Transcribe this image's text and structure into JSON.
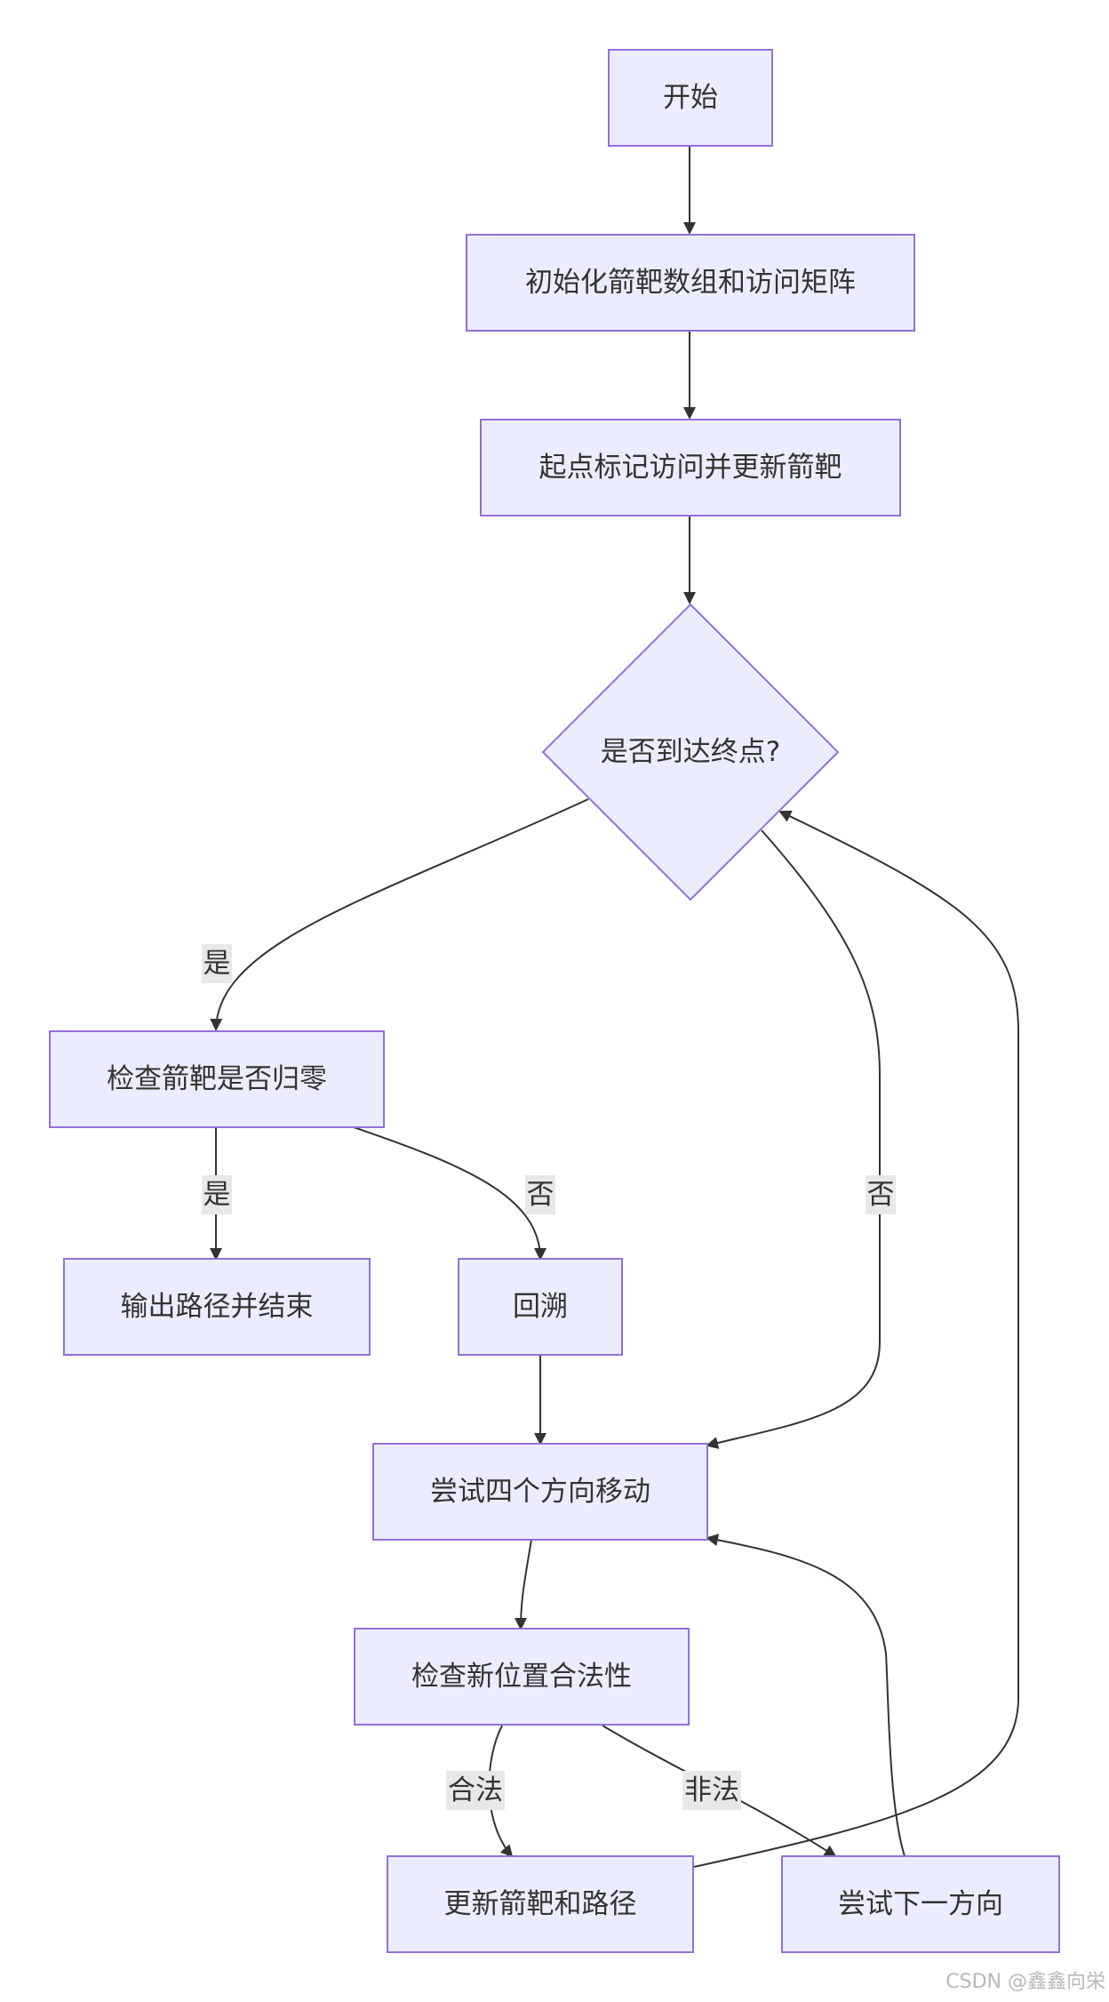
{
  "nodes": {
    "start": "开始",
    "init": "初始化箭靶数组和访问矩阵",
    "mark": "起点标记访问并更新箭靶",
    "reach": "是否到达终点?",
    "check_zero": "检查箭靶是否归零",
    "output": "输出路径并结束",
    "backtrack": "回溯",
    "try4": "尝试四个方向移动",
    "check_pos": "检查新位置合法性",
    "update": "更新箭靶和路径",
    "next_dir": "尝试下一方向"
  },
  "edge_labels": {
    "reach_yes": "是",
    "reach_no": "否",
    "zero_yes": "是",
    "zero_no": "否",
    "legal": "合法",
    "illegal": "非法"
  },
  "watermark": "CSDN @鑫鑫向栄",
  "colors": {
    "node_fill": "#ececff",
    "node_stroke": "#9370db",
    "edge": "#333333",
    "label_bg": "#e8e8e8"
  }
}
